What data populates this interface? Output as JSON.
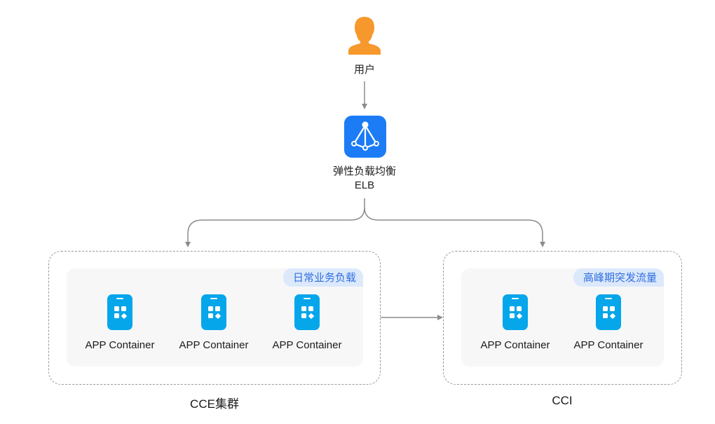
{
  "nodes": {
    "user": {
      "label": "用户",
      "icon": "user-person-icon",
      "color": "#f7982c"
    },
    "elb": {
      "label_cn": "弹性负载均衡",
      "label_en": "ELB",
      "icon": "load-balancer-icon",
      "color": "#1c7cf6"
    }
  },
  "clusters": [
    {
      "name": "CCE集群",
      "tag": "日常业务负载",
      "containers": [
        {
          "label": "APP Container",
          "icon": "app-container-icon"
        },
        {
          "label": "APP Container",
          "icon": "app-container-icon"
        },
        {
          "label": "APP Container",
          "icon": "app-container-icon"
        }
      ]
    },
    {
      "name": "CCI",
      "tag": "高峰期突发流量",
      "containers": [
        {
          "label": "APP Container",
          "icon": "app-container-icon"
        },
        {
          "label": "APP Container",
          "icon": "app-container-icon"
        }
      ]
    }
  ],
  "colors": {
    "container_icon": "#05a6ea",
    "tag_bg": "#dce9fb",
    "tag_text": "#2f6ee0",
    "connector": "#8c8c8c"
  }
}
